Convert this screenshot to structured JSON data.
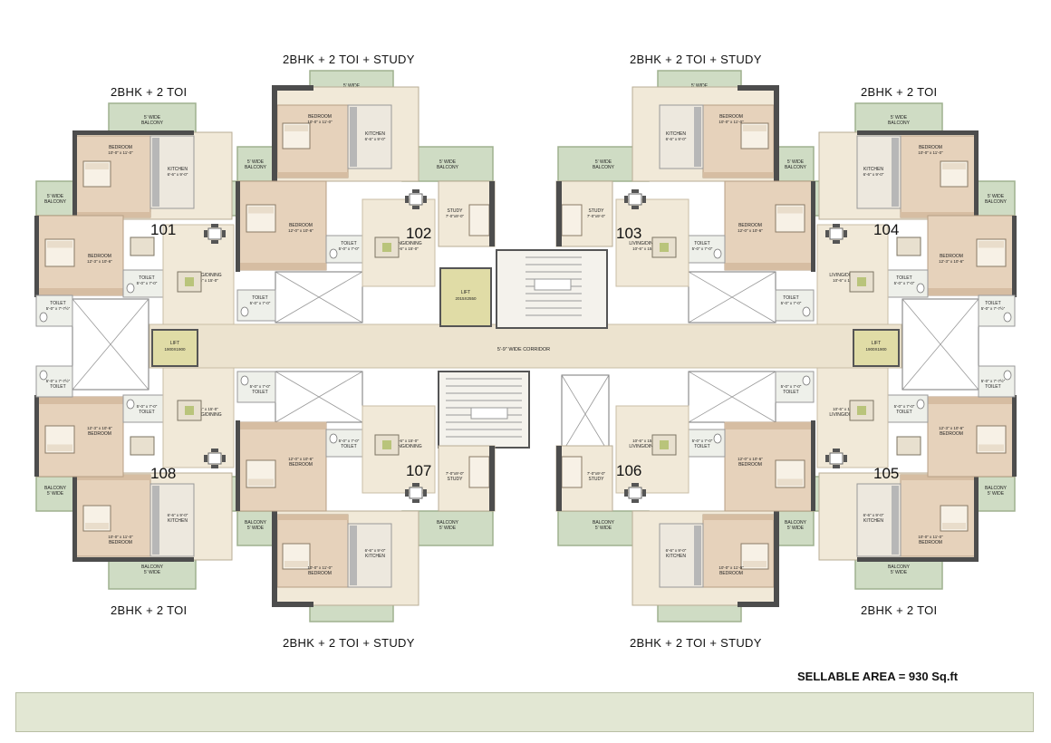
{
  "unit_types": {
    "top_left_outer": "2BHK + 2 TOI",
    "top_left_inner": "2BHK + 2 TOI + STUDY",
    "top_right_inner": "2BHK + 2 TOI + STUDY",
    "top_right_outer": "2BHK + 2 TOI",
    "bottom_left_outer": "2BHK + 2 TOI",
    "bottom_left_inner": "2BHK + 2 TOI + STUDY",
    "bottom_right_inner": "2BHK + 2 TOI + STUDY",
    "bottom_right_outer": "2BHK + 2 TOI"
  },
  "units": [
    "101",
    "102",
    "103",
    "104",
    "105",
    "106",
    "107",
    "108"
  ],
  "rooms": {
    "balcony_line1": "5' WIDE",
    "balcony_line2": "BALCONY",
    "bedroom": "BEDROOM",
    "kitchen": "KITCHEN",
    "toilet": "TOILET",
    "living": "LIVING/DINING",
    "study": "STUDY",
    "lift": "LIFT",
    "dim_bed_master": "10'-0\" x 11'-0\"",
    "dim_bed_2": "12'-0\" x 10'-6\"",
    "dim_bed_2b": "12'-3\" x 10'-6\"",
    "dim_kitchen": "6'-6\" x 9'-0\"",
    "dim_toilet": "5'-0\" x 7'-0\"",
    "dim_toilet_b": "5'-0\" x 7'-7½\"",
    "dim_living": "10'-6\" x 15'-0\"",
    "dim_study": "7'-0\"x9'-0\"",
    "dim_lift_small": "1900X1900",
    "dim_lift_big": "2015X2550"
  },
  "corridor": "5'-9\" WIDE CORRIDOR",
  "sellable_area": "SELLABLE AREA = 930 Sq.ft",
  "colors": {
    "floor": "#f1e9d8",
    "bedroom": "#e6d2bb",
    "bedroom_dark": "#d6bda2",
    "balcony": "#cfdcc4",
    "balcony_edge": "#9fb18f",
    "wall": "#4d4d4d",
    "corridor": "#ece3cf",
    "lift": "#e0dca6",
    "shaft": "#ffffff",
    "footer": "#e2e7d3"
  }
}
